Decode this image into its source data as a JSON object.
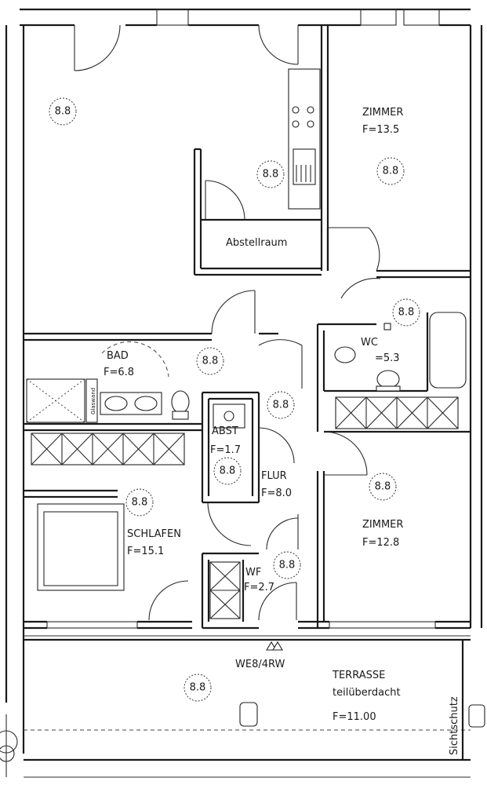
{
  "plan": {
    "room_labels": {
      "zimmer1_name": "ZIMMER",
      "zimmer1_area": "F=13.5",
      "abstellraum": "Abstellraum",
      "bad_name": "BAD",
      "bad_area": "F=6.8",
      "wc_name": "WC",
      "wc_area": "=5.3",
      "abst_name": "ABST",
      "abst_area": "F=1.7",
      "flur_name": "FLUR",
      "flur_area": "F=8.0",
      "zimmer2_name": "ZIMMER",
      "zimmer2_area": "F=12.8",
      "schlafen_name": "SCHLAFEN",
      "schlafen_area": "F=15.1",
      "wf_name": "WF",
      "wf_area": "F=2.7",
      "unit": "WE8/4RW",
      "terrasse_name": "TERRASSE",
      "terrasse_sub": "teilüberdacht",
      "terrasse_area": "F=11.00",
      "sichtschutz": "Sichtschutz",
      "glaswand": "Glaswand"
    },
    "marker_label": "8.8"
  }
}
